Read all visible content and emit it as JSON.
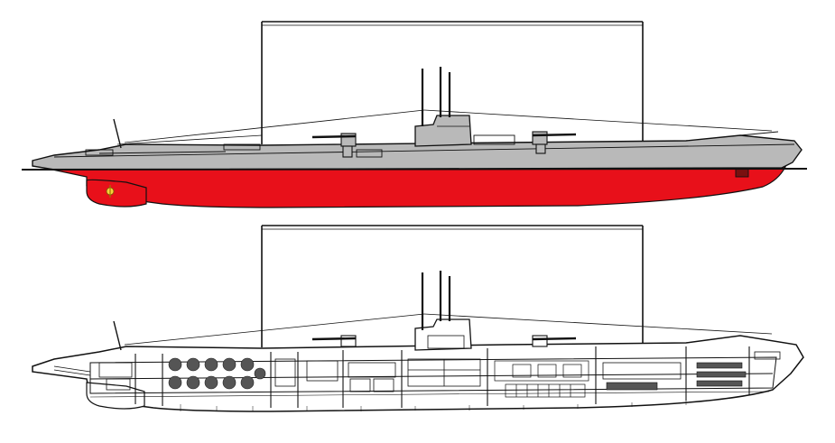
{
  "diagram": {
    "views": [
      {
        "id": "exterior-profile",
        "kind": "colored exterior side elevation"
      },
      {
        "id": "interior-profile",
        "kind": "inboard cutaway side elevation"
      }
    ],
    "colors": {
      "hull_above_waterline": "#b9b9b9",
      "hull_below_waterline": "#e8101a",
      "outline": "#111111",
      "cell_fill": "#555555",
      "background": "#ffffff"
    },
    "features": [
      "deck-gun-forward",
      "deck-gun-aft",
      "conning-tower",
      "periscopes",
      "radio-mast",
      "antenna-wires",
      "rudder",
      "propeller",
      "bow",
      "waterline"
    ]
  }
}
